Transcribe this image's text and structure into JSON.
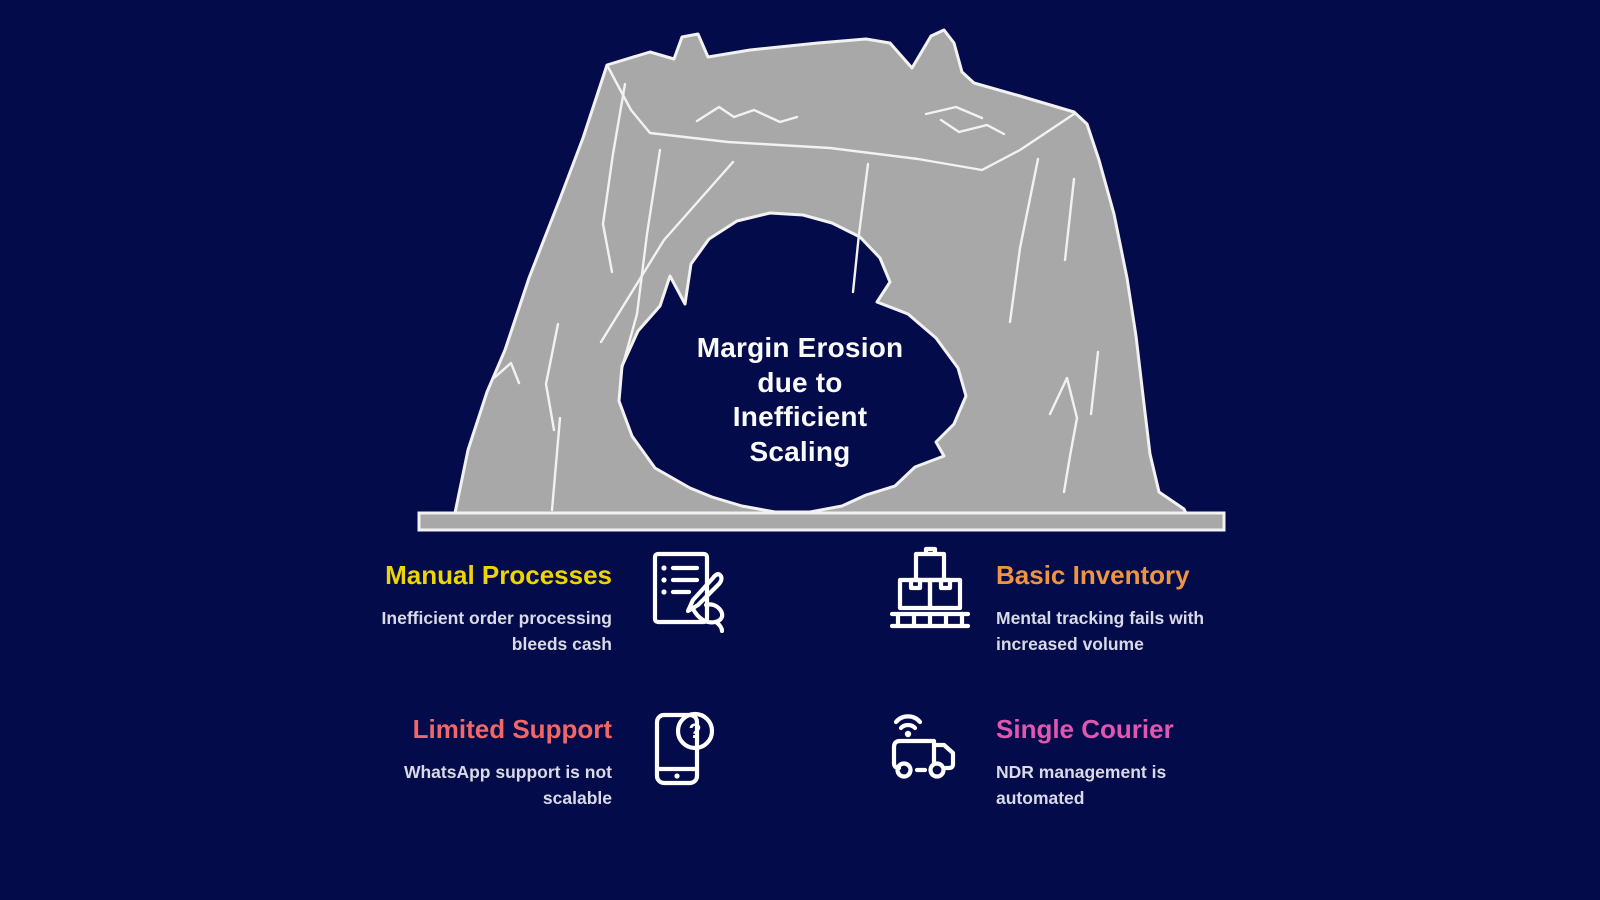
{
  "colors": {
    "background": "#040B4A",
    "mountain_fill": "#A8A8A8",
    "mountain_outline": "#F2F2F2",
    "caption_text": "#FAFAFA",
    "description_text": "#D9DAE6",
    "manual_processes_title": "#EFD500",
    "basic_inventory_title": "#EF9440",
    "limited_support_title": "#F16667",
    "single_courier_title": "#E156AE"
  },
  "mountain_caption": {
    "line1": "Margin Erosion",
    "line2": "due to",
    "line3": "Inefficient",
    "line4": "Scaling"
  },
  "items": [
    {
      "title": "Manual Processes",
      "description_line1": "Inefficient order processing",
      "description_line2": "bleeds cash",
      "icon": "checklist-pen-icon"
    },
    {
      "title": "Basic Inventory",
      "description_line1": "Mental tracking fails with",
      "description_line2": "increased volume",
      "icon": "pallet-boxes-icon"
    },
    {
      "title": "Limited Support",
      "description_line1": "WhatsApp support is not",
      "description_line2": "scalable",
      "icon": "phone-question-icon"
    },
    {
      "title": "Single Courier",
      "description_line1": "NDR management is",
      "description_line2": "automated",
      "icon": "truck-wifi-icon"
    }
  ]
}
